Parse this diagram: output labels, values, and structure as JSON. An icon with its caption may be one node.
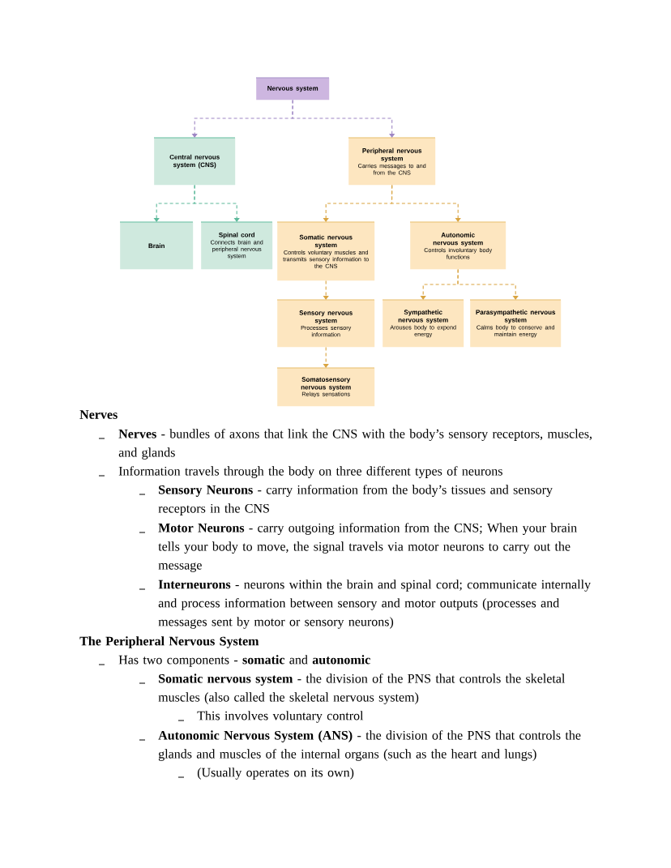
{
  "diagram": {
    "nodes": [
      {
        "text": [
          "Nervous system"
        ]
      },
      {
        "text": [
          "Central nervous system (CNS)"
        ]
      },
      {
        "text": [
          "Peripheral nervous system",
          "Carries messages to and from the CNS"
        ]
      },
      {
        "text": [
          "Brain"
        ]
      },
      {
        "text": [
          "Spinal cord",
          "Connects brain and peripheral nervous system"
        ]
      },
      {
        "text": [
          "Somatic nervous system",
          "Controls voluntary muscles and transmits sensory information to the CNS"
        ]
      },
      {
        "text": [
          "Autonomic nervous system",
          "Controls involuntary body functions"
        ]
      },
      {
        "text": [
          "Sensory nervous system",
          "Processes sensory information"
        ]
      },
      {
        "text": [
          "Sympathetic nervous system",
          "Arouses body to expend energy"
        ]
      },
      {
        "text": [
          "Parasympathetic nervous system",
          "Calms body to conserve and maintain energy"
        ]
      },
      {
        "text": [
          "Somatosensory nervous system",
          "Relays sensations"
        ]
      }
    ],
    "edges": [
      {
        "from": 0,
        "to": 1,
        "arrow": "to",
        "style": "dashed",
        "color": "#9e86c4"
      },
      {
        "from": 0,
        "to": 2,
        "arrow": "to",
        "style": "dashed",
        "color": "#9e86c4"
      },
      {
        "from": 1,
        "to": 3,
        "arrow": "to",
        "style": "dashed",
        "color": "#5cb99a"
      },
      {
        "from": 1,
        "to": 4,
        "arrow": "to",
        "style": "dashed",
        "color": "#5cb99a"
      },
      {
        "from": 2,
        "to": 5,
        "arrow": "to",
        "style": "dashed"
      },
      {
        "from": 2,
        "to": 6,
        "arrow": "to",
        "style": "dashed"
      },
      {
        "from": 5,
        "to": 7,
        "arrow": "to",
        "style": "dashed"
      },
      {
        "from": 6,
        "to": 8,
        "arrow": "to",
        "style": "dashed"
      },
      {
        "from": 6,
        "to": 9,
        "arrow": "to",
        "style": "dashed"
      },
      {
        "from": 7,
        "to": 10,
        "arrow": "to",
        "style": "dashed"
      }
    ],
    "labels": [
      "Nerves",
      "**Nerves** - bundles of axons that link the CNS with the body’s sensory receptors, muscles, and glands",
      "Information travels through the body on three different types of neurons",
      "**Sensory Neurons** - carry information from the body’s tissues and sensory receptors in the CNS",
      "**Motor Neurons** - carry outgoing information from the CNS; When your brain tells your body to move, the signal travels via motor neurons to carry out the message",
      "**Interneurons** - neurons within the brain and spinal cord; communicate internally and process information between sensory and motor outputs (processes and messages sent by motor or sensory neurons)",
      "The Peripheral Nervous System",
      "Has two components - **somatic** and **autonomic**",
      "**Somatic nervous system** - the division of the PNS that controls the skeletal muscles (also called the skeletal nervous system)",
      "This involves voluntary control",
      "**Autonomic Nervous System (ANS)** - the division of the PNS that controls the glands and muscles of the internal organs (such as the heart and lungs)",
      "(Usually operates on its own)"
    ]
  }
}
